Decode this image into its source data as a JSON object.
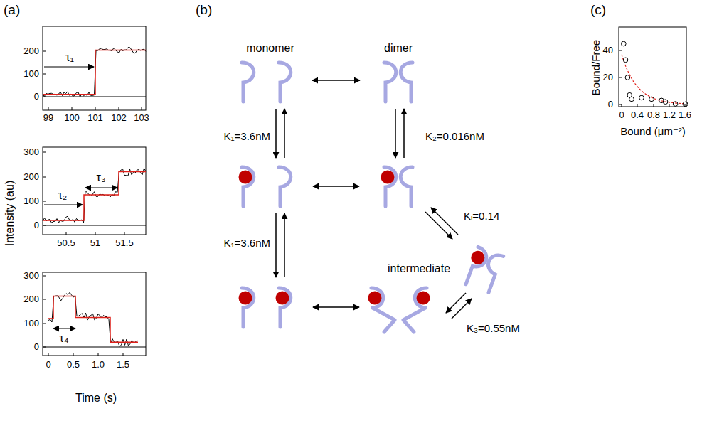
{
  "diagram": {
    "nodes": [
      {
        "text": [
          "monomer"
        ]
      },
      {
        "text": [
          "dimer"
        ]
      },
      {
        "text": [
          "intermediate"
        ]
      }
    ],
    "edges": [
      {
        "from": 0,
        "to": 1,
        "arrow": "both"
      }
    ],
    "labels": [
      "(a)",
      "Intensity (au)",
      "200",
      "100",
      "0",
      "99",
      "100",
      "101",
      "102",
      "103",
      "τ₁",
      "300",
      "200",
      "100",
      "0",
      "50.5",
      "51",
      "51.5",
      "τ₂",
      "τ₃",
      "300",
      "200",
      "100",
      "0",
      "0",
      "0.5",
      "1.0",
      "1.5",
      "τ₄",
      "Time (s)",
      "(b)",
      "K₁=3.6nM",
      "K₂=0.016nM",
      "Kᵢ=0.14",
      "K₁=3.6nM",
      "K₃=0.55nM",
      "(c)",
      "Bound/Free",
      "0",
      "20",
      "40",
      "0",
      "0.4",
      "0.8",
      "1.2",
      "1.6",
      "Bound (μm⁻²)"
    ]
  }
}
